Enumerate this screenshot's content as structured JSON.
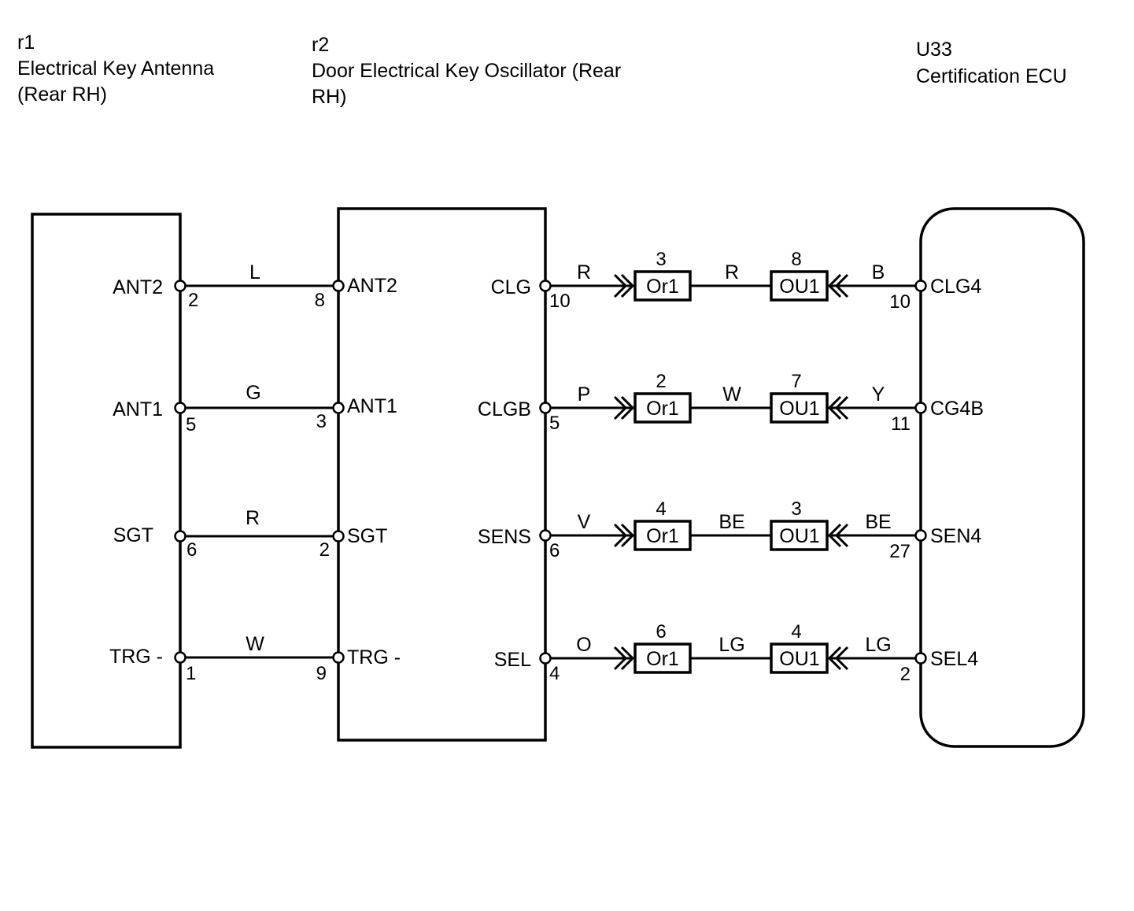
{
  "components": {
    "r1": {
      "code": "r1",
      "name_line1": "Electrical Key Antenna",
      "name_line2": "(Rear RH)"
    },
    "r2": {
      "code": "r2",
      "name_line1": "Door Electrical Key Oscillator (Rear",
      "name_line2": "RH)"
    },
    "u33": {
      "code": "U33",
      "name_line1": "Certification ECU"
    }
  },
  "left_wires": [
    {
      "r1_pin": "ANT2",
      "r1_num": "2",
      "color": "L",
      "r2_num": "8",
      "r2_pin": "ANT2"
    },
    {
      "r1_pin": "ANT1",
      "r1_num": "5",
      "color": "G",
      "r2_num": "3",
      "r2_pin": "ANT1"
    },
    {
      "r1_pin": "SGT",
      "r1_num": "6",
      "color": "R",
      "r2_num": "2",
      "r2_pin": "SGT"
    },
    {
      "r1_pin": "TRG -",
      "r1_num": "1",
      "color": "W",
      "r2_num": "9",
      "r2_pin": "TRG -"
    }
  ],
  "right_wires": [
    {
      "r2_pin": "CLG",
      "r2_num": "10",
      "c1_color": "R",
      "or1_pin": "3",
      "or1_label": "Or1",
      "mid_color": "R",
      "ou1_pin": "8",
      "ou1_label": "OU1",
      "c2_color": "B",
      "ecu_num": "10",
      "ecu_pin": "CLG4"
    },
    {
      "r2_pin": "CLGB",
      "r2_num": "5",
      "c1_color": "P",
      "or1_pin": "2",
      "or1_label": "Or1",
      "mid_color": "W",
      "ou1_pin": "7",
      "ou1_label": "OU1",
      "c2_color": "Y",
      "ecu_num": "11",
      "ecu_pin": "CG4B"
    },
    {
      "r2_pin": "SENS",
      "r2_num": "6",
      "c1_color": "V",
      "or1_pin": "4",
      "or1_label": "Or1",
      "mid_color": "BE",
      "ou1_pin": "3",
      "ou1_label": "OU1",
      "c2_color": "BE",
      "ecu_num": "27",
      "ecu_pin": "SEN4"
    },
    {
      "r2_pin": "SEL",
      "r2_num": "4",
      "c1_color": "O",
      "or1_pin": "6",
      "or1_label": "Or1",
      "mid_color": "LG",
      "ou1_pin": "4",
      "ou1_label": "OU1",
      "c2_color": "LG",
      "ecu_num": "2",
      "ecu_pin": "SEL4"
    }
  ]
}
